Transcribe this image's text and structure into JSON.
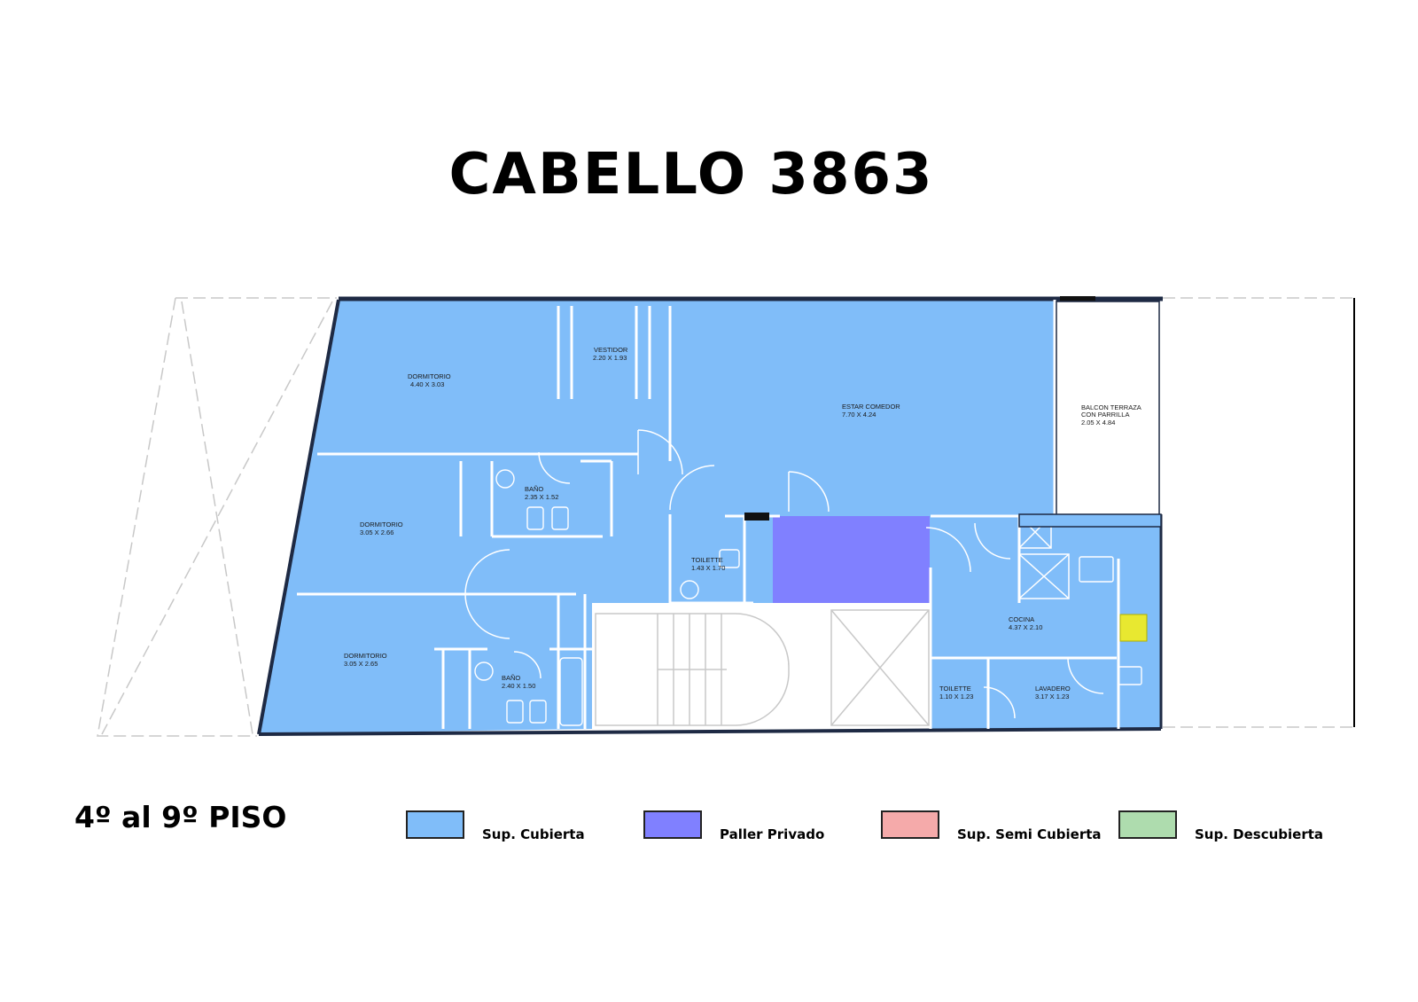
{
  "title": "CABELLO 3863",
  "floor_label": "4º al 9º PISO",
  "colors": {
    "cubierta": "#80bdf9",
    "paller": "#8080ff",
    "semi_cubierta": "#f5aaaa",
    "descubierta": "#aedcae"
  },
  "rooms": {
    "dormitorio_1": {
      "name": "DORMITORIO",
      "dims": "4.40 X 3.03"
    },
    "vestidor": {
      "name": "VESTIDOR",
      "dims": "2.20 X 1.93"
    },
    "estar": {
      "name": "ESTAR COMEDOR",
      "dims": "7.70 X 4.24"
    },
    "balcon": {
      "name1": "BALCON TERRAZA",
      "name2": "CON PARRILLA",
      "dims": "2.05 X 4.84"
    },
    "bano_1": {
      "name": "BAÑO",
      "dims": "2.35 X 1.52"
    },
    "dormitorio_2": {
      "name": "DORMITORIO",
      "dims": "3.05 X 2.66"
    },
    "toilette_1": {
      "name": "TOILETTE",
      "dims": "1.43 X 1.70"
    },
    "cocina": {
      "name": "COCINA",
      "dims": "4.37 X 2.10"
    },
    "dormitorio_3": {
      "name": "DORMITORIO",
      "dims": "3.05 X 2.65"
    },
    "bano_2": {
      "name": "BAÑO",
      "dims": "2.40 X 1.50"
    },
    "toilette_2": {
      "name": "TOILETTE",
      "dims": "1.10 X 1.23"
    },
    "lavadero": {
      "name": "LAVADERO",
      "dims": "3.17 X 1.23"
    }
  },
  "legend": [
    {
      "label": "Sup. Cubierta",
      "color": "#80bdf9"
    },
    {
      "label": "Paller Privado",
      "color": "#8080ff"
    },
    {
      "label": "Sup. Semi Cubierta",
      "color": "#f5aaaa"
    },
    {
      "label": "Sup. Descubierta",
      "color": "#aedcae"
    }
  ]
}
